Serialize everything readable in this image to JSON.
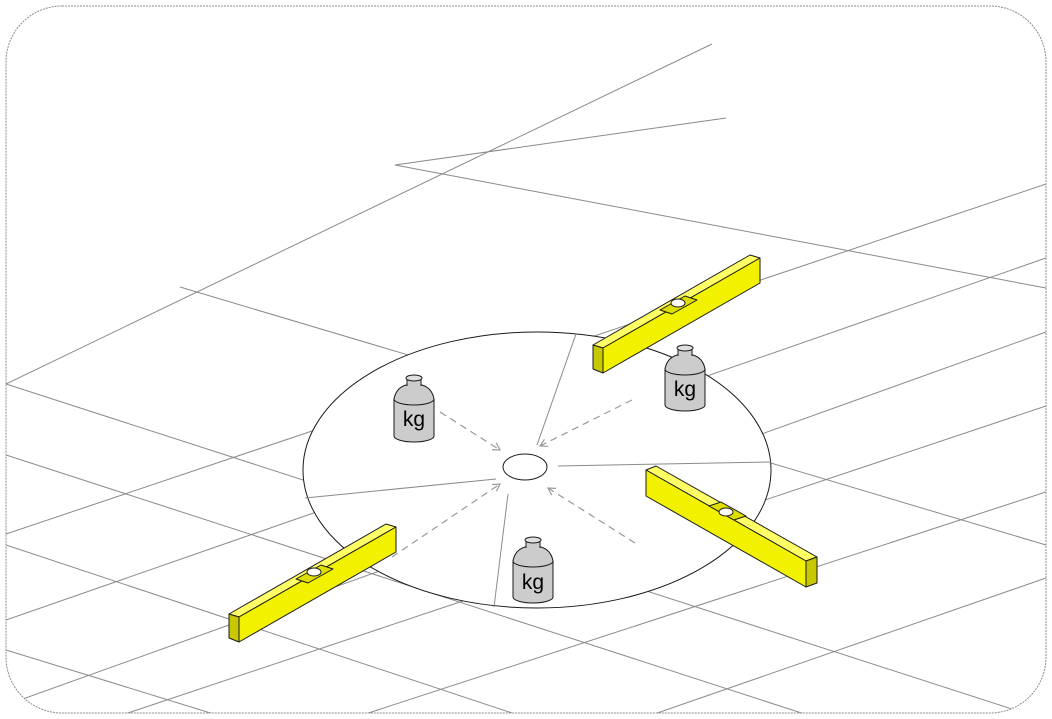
{
  "weights": [
    {
      "label": "kg"
    },
    {
      "label": "kg"
    },
    {
      "label": "kg"
    }
  ],
  "colors": {
    "level_face": "#f2f200",
    "level_side": "#c8c800",
    "level_top": "#ffff66",
    "weight_fill": "#cccccc",
    "weight_top": "#e0e0e0",
    "floor_grid": "#8a8a8a",
    "frame_border": "#8c8c8c",
    "arrow": "#999999"
  }
}
